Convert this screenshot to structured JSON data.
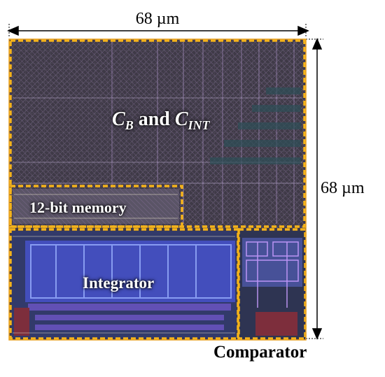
{
  "dimensions": {
    "width_label": "68 µm",
    "height_label": "68 µm"
  },
  "regions": {
    "cb_cint": {
      "c1": "C",
      "s1": "B",
      "mid": " and ",
      "c2": "C",
      "s2": "INT"
    },
    "memory": {
      "label": "12-bit memory"
    },
    "integrator": {
      "label": "Integrator"
    },
    "comparator": {
      "label": "Comparator"
    }
  },
  "colors": {
    "outline": "#f5b31a",
    "die_background": "#3f3a47",
    "metal_blue": "#4a55d8",
    "metal_purple": "#9a7ab8"
  }
}
